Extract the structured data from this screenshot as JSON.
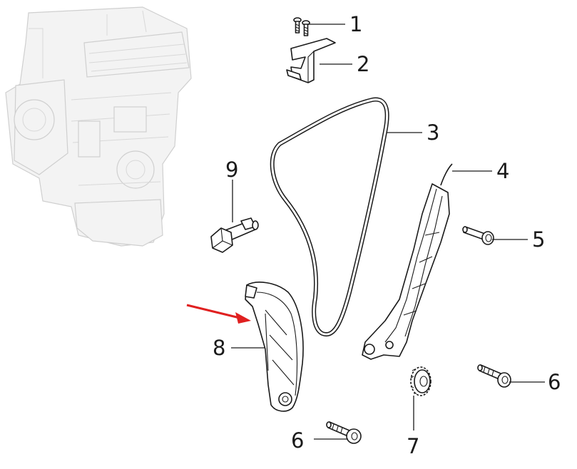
{
  "labels": {
    "p1": "1",
    "p2": "2",
    "p3": "3",
    "p4": "4",
    "p5": "5",
    "p6a": "6",
    "p6b": "6",
    "p7": "7",
    "p8": "8",
    "p9": "9"
  },
  "colors": {
    "arrow": "#e02020",
    "ink": "#1a1a1a",
    "engine_fill": "#f3f3f3",
    "engine_stroke": "#cfcfcf"
  }
}
